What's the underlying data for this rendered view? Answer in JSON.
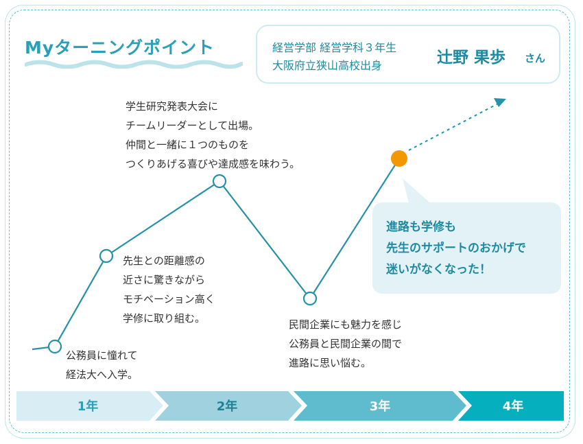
{
  "title": "Myターニングポイント",
  "profile": {
    "department": "経営学部 経営学科３年生",
    "school": "大阪府立狭山高校出身",
    "name": "辻野 果歩",
    "honorific": "さん"
  },
  "notes": [
    "公務員に憧れて\n経法大へ入学。",
    "先生との距離感の\n近さに驚きながら\nモチベーション高く\n学修に取り組む。",
    "学生研究発表大会に\nチームリーダーとして出場。\n仲間と一緒に１つのものを\nつくりあげる喜びや達成感を味わう。",
    "民間企業にも魅力を感じ\n公務員と民間企業の間で\n進路に思い悩む。"
  ],
  "bubble": "進路も学修も\n先生のサポートのおかげで\n迷いがなくなった！",
  "years": [
    "1年",
    "2年",
    "3年",
    "4年"
  ],
  "colors": {
    "line": "#2591a6",
    "accent_dot": "#f39800",
    "band": [
      "#d8eef4",
      "#9fd1df",
      "#5ebcce",
      "#05afbe"
    ],
    "band_text": [
      "#2aa0b8",
      "#1c8196",
      "#ffffff",
      "#ffffff"
    ]
  }
}
